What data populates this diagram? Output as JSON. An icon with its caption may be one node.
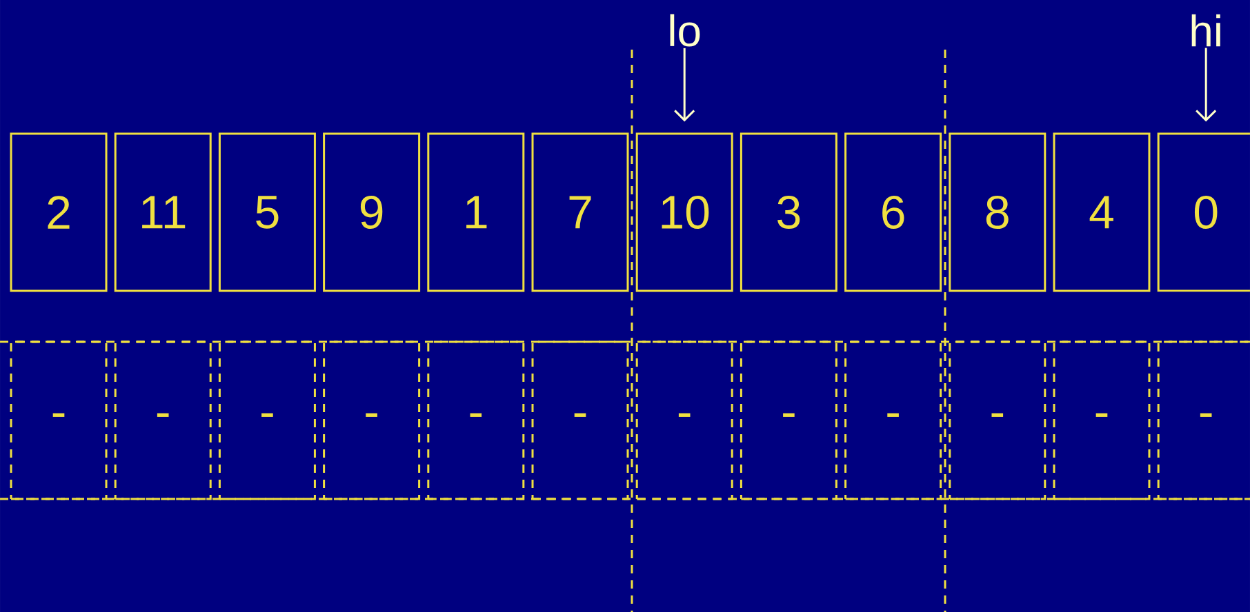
{
  "diagram": {
    "nodes": [
      {
        "text": [
          "2"
        ]
      },
      {
        "text": [
          "11"
        ]
      },
      {
        "text": [
          "5"
        ]
      },
      {
        "text": [
          "9"
        ]
      },
      {
        "text": [
          "1"
        ]
      },
      {
        "text": [
          "7"
        ]
      },
      {
        "text": [
          "10"
        ]
      },
      {
        "text": [
          "3"
        ]
      },
      {
        "text": [
          "6"
        ]
      },
      {
        "text": [
          "8"
        ]
      },
      {
        "text": [
          "4"
        ]
      },
      {
        "text": [
          "0"
        ]
      },
      {
        "text": [
          "-"
        ]
      },
      {
        "text": [
          "-"
        ]
      },
      {
        "text": [
          "-"
        ]
      },
      {
        "text": [
          "-"
        ]
      },
      {
        "text": [
          "-"
        ]
      },
      {
        "text": [
          "-"
        ]
      },
      {
        "text": [
          "-"
        ]
      },
      {
        "text": [
          "-"
        ]
      },
      {
        "text": [
          "-"
        ]
      },
      {
        "text": [
          "-"
        ]
      },
      {
        "text": [
          "-"
        ]
      },
      {
        "text": [
          "-"
        ]
      },
      {
        "text": [
          "lo"
        ]
      },
      {
        "text": [
          "hi"
        ]
      }
    ],
    "edges": [
      {
        "from": 24,
        "to": 6,
        "arrow": "to"
      },
      {
        "from": 25,
        "to": 11,
        "arrow": "to"
      }
    ]
  }
}
